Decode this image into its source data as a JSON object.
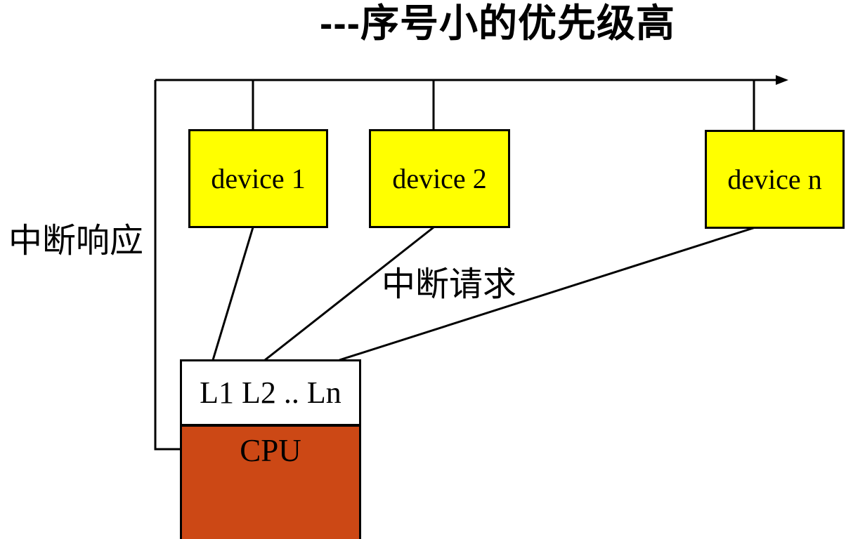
{
  "title": "---序号小的优先级高",
  "labels": {
    "interrupt_response": "中断响应",
    "interrupt_request": "中断请求"
  },
  "devices": [
    {
      "label": "device 1"
    },
    {
      "label": "device 2"
    },
    {
      "label": "device n"
    }
  ],
  "cpu": {
    "interrupt_lines": "L1 L2 .. Ln",
    "label": "CPU"
  },
  "icons": {
    "bus_arrowhead": "right-arrowhead"
  },
  "colors": {
    "device_fill": "#FFFF00",
    "cpu_fill": "#CC4815",
    "line": "#000000",
    "background": "#FFFFFF"
  }
}
